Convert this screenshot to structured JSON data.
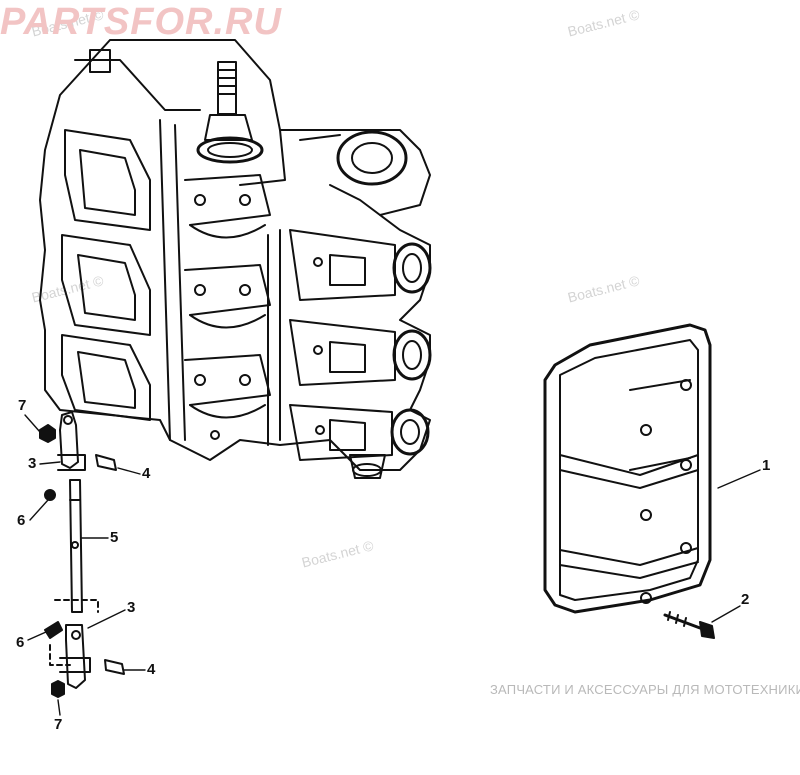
{
  "watermarks": [
    "Boats.net ©",
    "Boats.net ©",
    "Boats.net ©",
    "Boats.net ©",
    "Boats.net ©"
  ],
  "callouts": [
    "1",
    "2",
    "3",
    "3",
    "4",
    "4",
    "5",
    "6",
    "6",
    "7",
    "7"
  ],
  "brand": {
    "tagline": "ЗАПЧАСТИ И АКСЕССУАРЫ ДЛЯ МОТОТЕХНИКИ",
    "logo_text": "PARTSFOR.RU",
    "logo_color": "#f2c4c4"
  },
  "colors": {
    "line": "#111111",
    "watermark": "#d4d4d4"
  }
}
